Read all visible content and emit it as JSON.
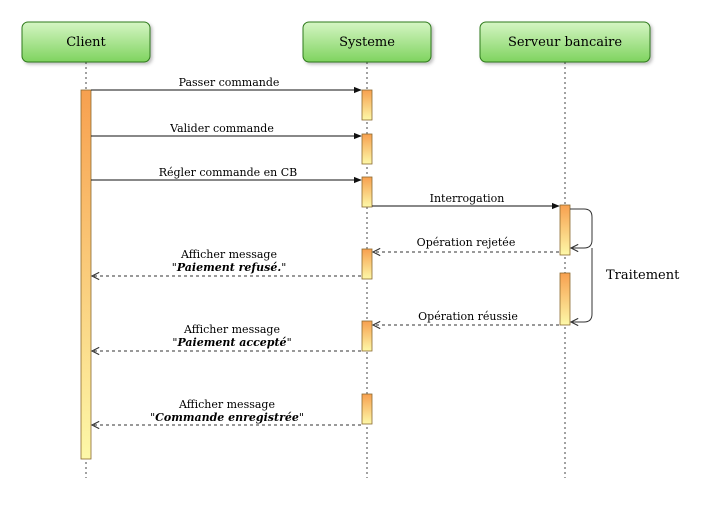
{
  "participants": [
    {
      "id": "client",
      "label": "Client"
    },
    {
      "id": "systeme",
      "label": "Systeme"
    },
    {
      "id": "serveur",
      "label": "Serveur bancaire"
    }
  ],
  "messages": [
    {
      "id": "passer",
      "label": "Passer commande"
    },
    {
      "id": "valider",
      "label": "Valider commande"
    },
    {
      "id": "regler",
      "label": "Régler commande en CB"
    },
    {
      "id": "interrogation",
      "label": "Interrogation"
    },
    {
      "id": "rejetee",
      "label": "Opération rejetée"
    },
    {
      "id": "refuse",
      "line1": "Afficher message",
      "quote_open": "\"",
      "emphasis": "Paiement refusé.",
      "quote_close": "\""
    },
    {
      "id": "reussie",
      "label": "Opération réussie"
    },
    {
      "id": "accepte",
      "line1": "Afficher message",
      "quote_open": "\"",
      "emphasis": "Paiement accepté",
      "quote_close": "\""
    },
    {
      "id": "enregistree",
      "line1": "Afficher message",
      "quote_open": "\"",
      "emphasis": "Commande enregistrée",
      "quote_close": "\""
    }
  ],
  "side_note": "Traitement",
  "colors": {
    "header_fill_top": "#d5f5c4",
    "header_fill_bottom": "#7fd35f",
    "header_stroke": "#2d7a1a",
    "activation_top": "#f7a04f",
    "activation_bottom": "#fdf8a8",
    "activation_stroke": "#8a6a30",
    "line": "#333333"
  }
}
